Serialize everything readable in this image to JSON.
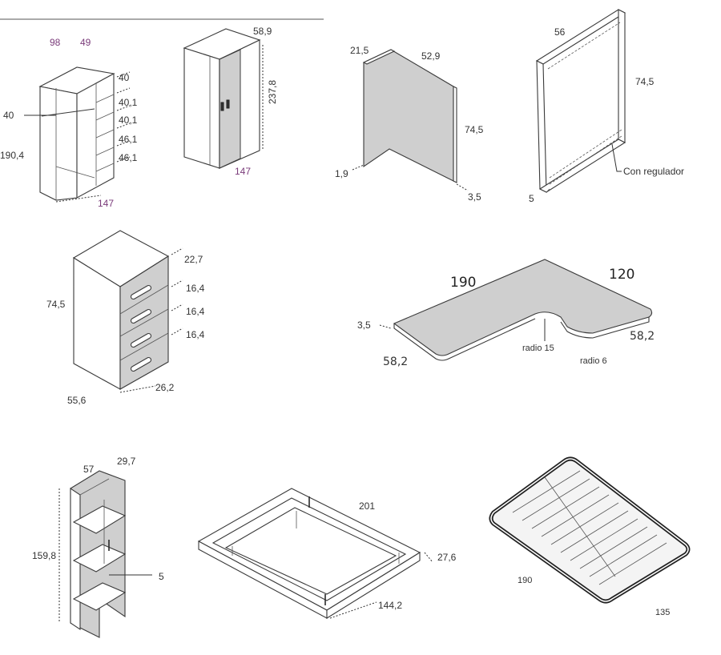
{
  "colors": {
    "line": "#3a3a3a",
    "panel_fill": "#cfcfcf",
    "accent_purple": "#7a3b7a",
    "text": "#333333"
  },
  "wardrobe_open": {
    "dim_top_left": "98",
    "dim_top_right": "49",
    "dim_left_rail": "40",
    "dim_height": "190,4",
    "dim_shelf_1": "40",
    "dim_shelf_2": "40,1",
    "dim_shelf_3": "40,1",
    "dim_shelf_4": "46,1",
    "dim_shelf_5": "46,1",
    "dim_width": "147"
  },
  "wardrobe_closed": {
    "dim_depth": "58,9",
    "dim_height": "237,8",
    "dim_width": "147"
  },
  "side_panel": {
    "dim_top_left": "21,5",
    "dim_top_right": "52,9",
    "dim_height": "74,5",
    "dim_foot": "1,9",
    "dim_thickness": "3,5"
  },
  "frame": {
    "dim_top": "56",
    "dim_height": "74,5",
    "dim_bottom": "5",
    "label_regulator": "Con regulador"
  },
  "chest": {
    "dim_top": "22,7",
    "dim_drawer_1": "16,4",
    "dim_drawer_2": "16,4",
    "dim_drawer_3": "16,4",
    "dim_height": "74,5",
    "dim_depth": "55,6",
    "dim_width": "26,2"
  },
  "corner_desk": {
    "dim_long": "190",
    "dim_short": "120",
    "dim_thickness": "3,5",
    "dim_depth_left": "58,2",
    "dim_depth_right": "58,2",
    "label_radius_inner": "radio 15",
    "label_radius_outer": "radio 6"
  },
  "bookcase": {
    "dim_width": "57",
    "dim_depth": "29,7",
    "dim_height": "159,8",
    "dim_shelf": "5"
  },
  "bed_frame": {
    "dim_length": "201",
    "dim_height": "27,6",
    "dim_width": "144,2"
  },
  "slat_base": {
    "dim_length": "190",
    "dim_width": "135"
  }
}
